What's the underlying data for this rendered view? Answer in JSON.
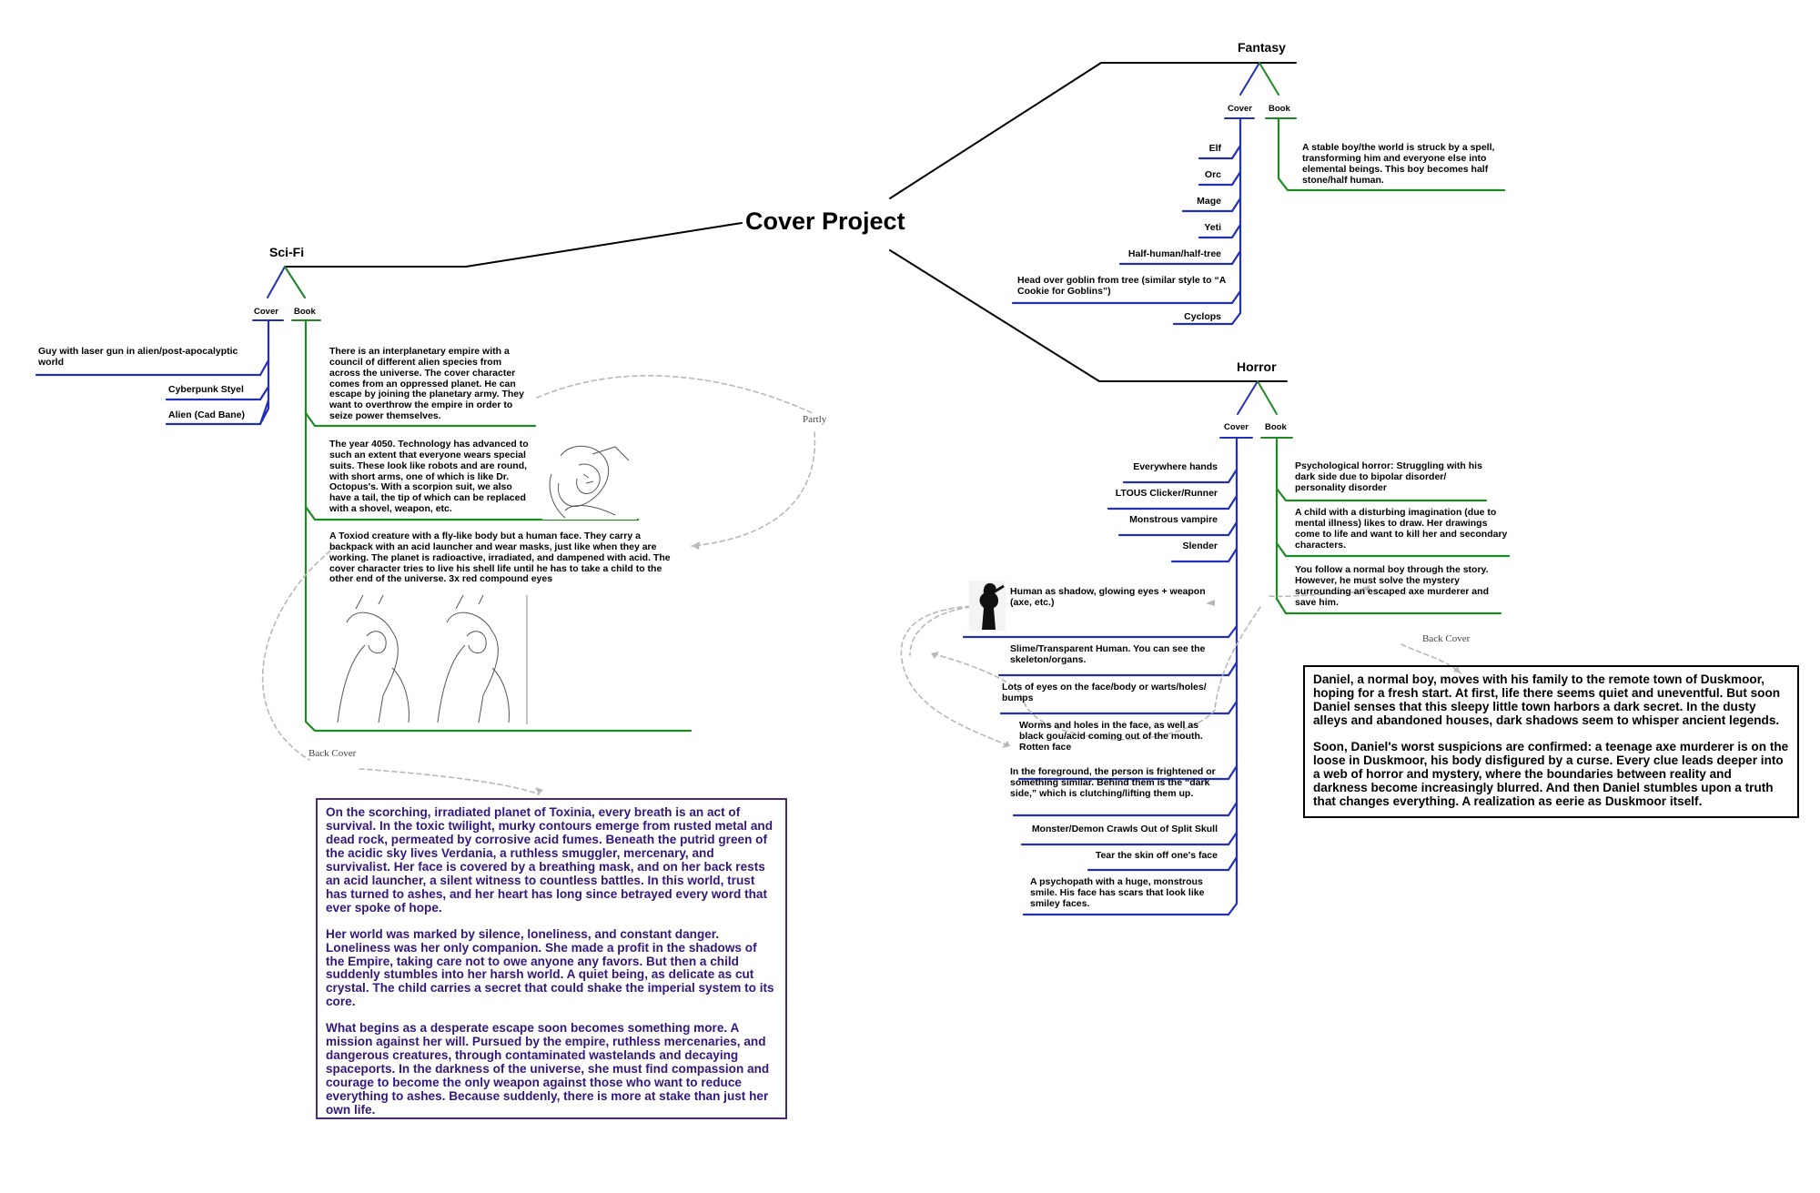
{
  "root": "Cover Project",
  "branch_labels": {
    "cover": "Cover",
    "book": "Book"
  },
  "colors": {
    "cover": "#2230b5",
    "book": "#1f8a23",
    "dashed": "#b8b8b8",
    "purple_text": "#34177a"
  },
  "scifi": {
    "title": "Sci-Fi",
    "cover_items": [
      "Guy with laser gun in alien/post-apocalyptic world",
      "Cyberpunk Styel",
      "Alien (Cad Bane)"
    ],
    "book_items": [
      "There is an interplanetary empire with a council of different alien species from across the universe. The cover character comes from an oppressed planet. He can escape by joining the planetary army. They want to overthrow the empire in order to seize power themselves.",
      "The year 4050. Technology has advanced to such an extent that everyone wears special suits. These look like robots and are round, with short arms, one of which is like Dr. Octopus's. With a scorpion suit, we also have a tail, the tip of which can be replaced with a shovel, weapon, etc.",
      "A Toxiod creature with a fly-like body but a human face. They carry a backpack with an acid launcher and wear masks, just like when they are working. The planet is radioactive, irradiated, and dampened with acid. The cover character tries to live his shell life until he has to take a child to the other end of the universe. 3x red compound eyes"
    ],
    "partly_label": "Partly",
    "back_cover_label": "Back Cover",
    "back_cover_text": [
      "On the scorching, irradiated planet of Toxinia, every breath is an act of survival. In the toxic twilight, murky contours emerge from rusted metal and dead rock, permeated by corrosive acid fumes. Beneath the putrid green of the acidic sky lives Verdania, a ruthless smuggler, mercenary, and survivalist. Her face is covered by a breathing mask, and on her back rests an acid launcher, a silent witness to countless battles. In this world, trust has turned to ashes, and her heart has long since betrayed every word that ever spoke of hope.",
      "Her world was marked by silence, loneliness, and constant danger. Loneliness was her only companion. She made a profit in the shadows of the Empire, taking care not to owe anyone any favors. But then a child suddenly stumbles into her harsh world. A quiet being, as delicate as cut crystal. The child carries a secret that could shake the imperial system to its core.",
      "What begins as a desperate escape soon becomes something more. A mission against her will. Pursued by the empire, ruthless mercenaries, and dangerous creatures, through contaminated wastelands and decaying spaceports. In the darkness of the universe, she must find compassion and courage to become the only weapon against those who want to reduce everything to ashes. Because suddenly, there is more at stake than just her own life."
    ]
  },
  "fantasy": {
    "title": "Fantasy",
    "cover_items": [
      "Elf",
      "Orc",
      "Mage",
      "Yeti",
      "Half-human/half-tree",
      "Head over goblin from tree (similar style to “A Cookie for Goblins”)",
      "Cyclops"
    ],
    "book_items": [
      "A stable boy/the world is struck by a spell, transforming him and everyone else into elemental beings. This boy becomes half stone/half human."
    ]
  },
  "horror": {
    "title": "Horror",
    "cover_items": [
      "Everywhere hands",
      "LTOUS Clicker/Runner",
      "Monstrous vampire",
      "Slender",
      "Human as shadow, glowing eyes + weapon (axe, etc.)",
      "Slime/Transparent Human. You can see the skeleton/organs.",
      "Lots of eyes on the face/body or warts/holes/ bumps",
      "Worms and holes in the face, as well as black gou/acid coming out of the mouth. Rotten face",
      "In the foreground, the person is frightened or something similar. Behind them is the “dark side,” which is clutching/lifting them up.",
      "Monster/Demon Crawls Out of Split Skull",
      "Tear the skin off one's face",
      "A psychopath with a huge, monstrous smile. His face has scars that look like smiley faces."
    ],
    "book_items": [
      "Psychological horror: Struggling with his dark side due to bipolar disorder/ personality disorder",
      "A child with a disturbing imagination (due to mental illness) likes to draw. Her drawings come to life and want to kill her and secondary characters.",
      "You follow a normal boy through the story. However, he must solve the mystery surrounding an escaped axe murderer and save him."
    ],
    "back_cover_label": "Back Cover",
    "back_cover_text": [
      "Daniel, a normal boy, moves with his family to the remote town of Duskmoor, hoping for a fresh start. At first, life there seems quiet and uneventful. But soon Daniel senses that this sleepy little town harbors a dark secret. In the dusty alleys and abandoned houses, dark shadows seem to whisper ancient legends.",
      "Soon, Daniel's worst suspicions are confirmed: a teenage axe murderer is on the loose in Duskmoor, his body disfigured by a curse. Every clue leads deeper into a web of horror and mystery, where the boundaries between reality and darkness become increasingly blurred. And then Daniel stumbles upon a truth that changes everything. A realization as eerie as Duskmoor itself."
    ]
  }
}
